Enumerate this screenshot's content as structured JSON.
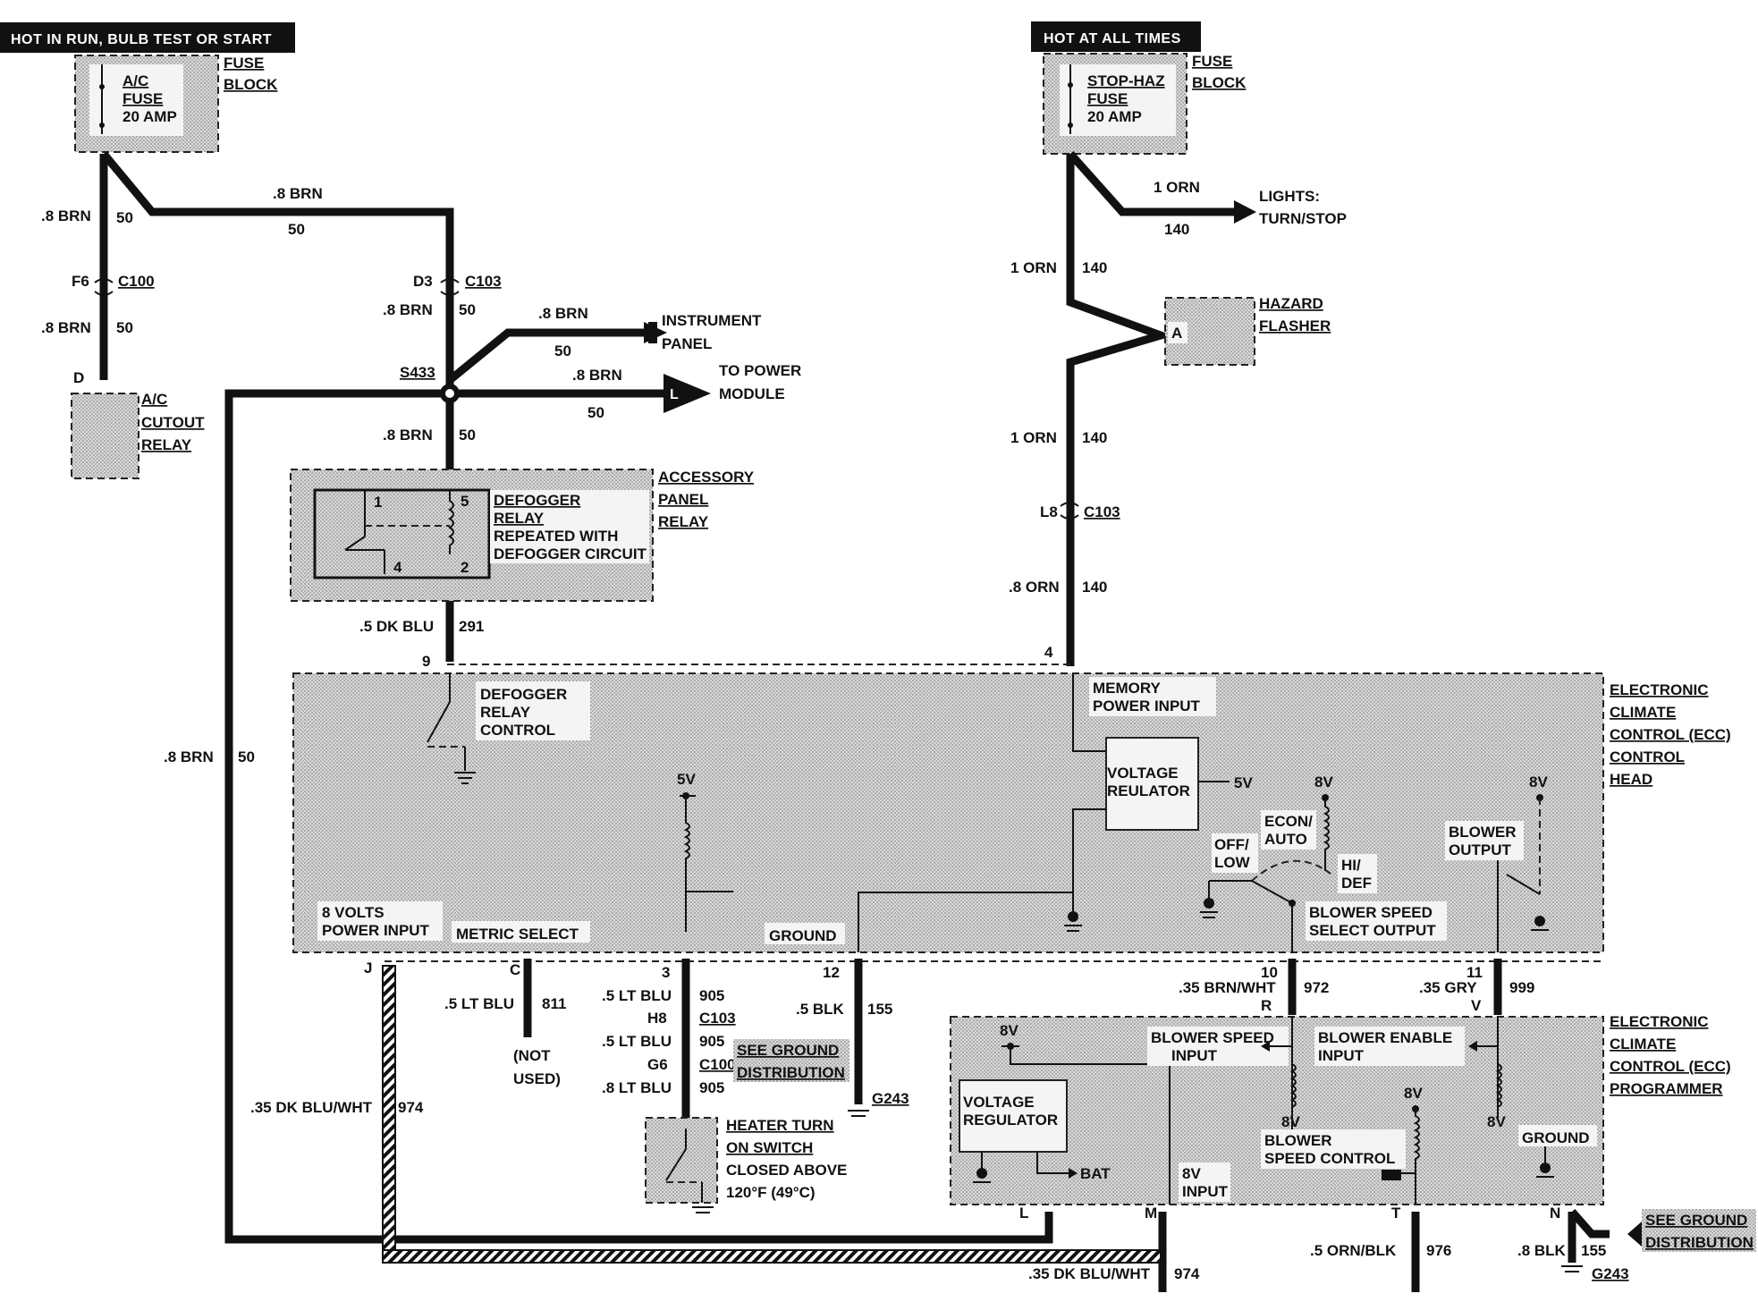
{
  "headers": {
    "left": "HOT IN RUN, BULB TEST OR START",
    "right": "HOT AT ALL TIMES"
  },
  "fuse_left": {
    "line1": "A/C",
    "line2": "FUSE",
    "line3": "20 AMP",
    "block1": "FUSE",
    "block2": "BLOCK"
  },
  "fuse_right": {
    "line1": "STOP-HAZ",
    "line2": "FUSE",
    "line3": "20 AMP",
    "block1": "FUSE",
    "block2": "BLOCK"
  },
  "wires": {
    "brn8": ".8 BRN",
    "n50": "50",
    "orn1": "1 ORN",
    "n140": "140",
    "orn8": ".8 ORN",
    "dkblu5": ".5 DK BLU",
    "n291": "291",
    "ltblu5": ".5 LT BLU",
    "n811": "811",
    "n905": "905",
    "ltblu8": ".8 LT BLU",
    "blk5": ".5 BLK",
    "n155": "155",
    "brnwht35": ".35 BRN/WHT",
    "n972": "972",
    "gry35": ".35 GRY",
    "n999": "999",
    "dkbluwht35": ".35 DK BLU/WHT",
    "n974": "974",
    "ornblk5": ".5 ORN/BLK",
    "n976": "976",
    "blk8": ".8 BLK"
  },
  "connectors": {
    "f6": "F6",
    "c100": "C100",
    "d3": "D3",
    "c103": "C103",
    "d": "D",
    "s433": "S433",
    "l8": "L8",
    "h8": "H8",
    "g6": "G6",
    "g243": "G243"
  },
  "destinations": {
    "instrument1": "INSTRUMENT",
    "instrument2": "PANEL",
    "power1": "TO POWER",
    "power2": "MODULE",
    "lights1": "LIGHTS:",
    "lights2": "TURN/STOP",
    "L": "L"
  },
  "components": {
    "ac_cutout": [
      "A/C",
      "CUTOUT",
      "RELAY"
    ],
    "hazard": [
      "HAZARD",
      "FLASHER"
    ],
    "hazard_pin": "A",
    "accessory": [
      "ACCESSORY",
      "PANEL",
      "RELAY"
    ],
    "defogger": [
      "DEFOGGER",
      "RELAY",
      "REPEATED WITH",
      "DEFOGGER CIRCUIT"
    ],
    "ecc_head": [
      "ELECTRONIC",
      "CLIMATE",
      "CONTROL (ECC)",
      "CONTROL",
      "HEAD"
    ],
    "ecc_prog": [
      "ELECTRONIC",
      "CLIMATE",
      "CONTROL (ECC)",
      "PROGRAMMER"
    ],
    "heater": [
      "HEATER TURN",
      "ON SWITCH",
      "CLOSED ABOVE",
      "120°F (49°C)"
    ],
    "see_ground": [
      "SEE GROUND",
      "DISTRIBUTION"
    ]
  },
  "head_labels": {
    "defogger_ctrl": [
      "DEFOGGER",
      "RELAY",
      "CONTROL"
    ],
    "memory": [
      "MEMORY",
      "POWER INPUT"
    ],
    "voltage_reg": [
      "VOLTAGE",
      "REULATOR"
    ],
    "v5": "5V",
    "v8": "8V",
    "econ": [
      "ECON/",
      "AUTO"
    ],
    "offlow": [
      "OFF/",
      "LOW"
    ],
    "hidef": [
      "HI/",
      "DEF"
    ],
    "blower_output": [
      "BLOWER",
      "OUTPUT"
    ],
    "blower_select": [
      "BLOWER SPEED",
      "SELECT OUTPUT"
    ],
    "power_input": [
      "8 VOLTS",
      "POWER INPUT"
    ],
    "metric": "METRIC SELECT",
    "ground": "GROUND"
  },
  "prog_labels": {
    "v8": "8V",
    "voltage_reg": [
      "VOLTAGE",
      "REGULATOR"
    ],
    "bat": "BAT",
    "blower_speed_input": [
      "BLOWER SPEED",
      "INPUT"
    ],
    "blower_enable_input": [
      "BLOWER ENABLE",
      "INPUT"
    ],
    "blower_speed_ctrl": [
      "BLOWER",
      "SPEED CONTROL"
    ],
    "input8v": [
      "8V",
      "INPUT"
    ],
    "ground": "GROUND"
  },
  "pins": {
    "p1": "1",
    "p2": "2",
    "p4": "4",
    "p5": "5",
    "p9": "9",
    "p4b": "4",
    "J": "J",
    "C": "C",
    "p3": "3",
    "p12": "12",
    "p10": "10",
    "p11": "11",
    "R": "R",
    "V": "V",
    "L": "L",
    "M": "M",
    "T": "T",
    "N": "N"
  },
  "not_used": [
    "(NOT",
    "USED)"
  ]
}
